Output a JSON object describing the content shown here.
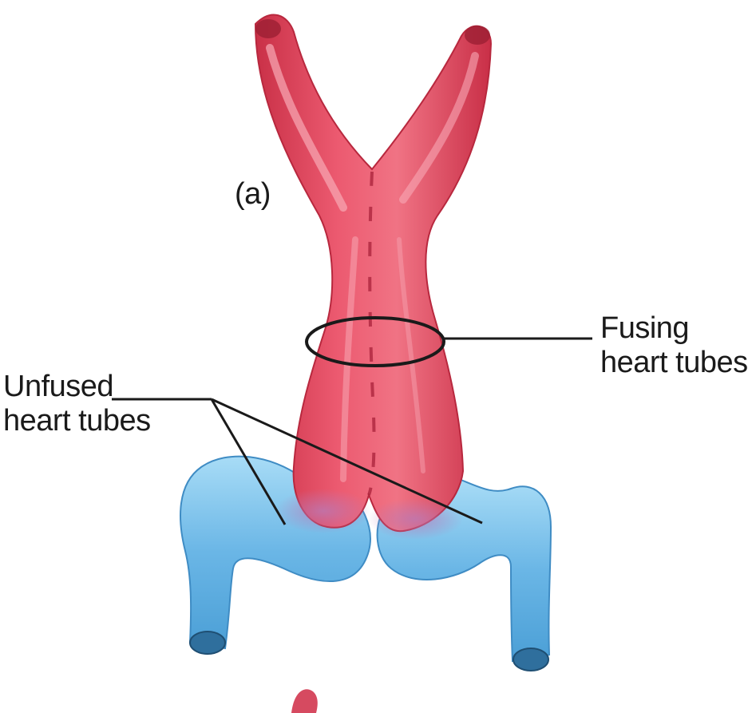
{
  "labels": {
    "panel": "(a)",
    "fusing": [
      "Fusing",
      "heart tubes"
    ],
    "unfused": [
      "Unfused",
      "heart tubes"
    ]
  },
  "colors": {
    "tube_red": "#e0445c",
    "tube_blue": "#74bde8",
    "leader_line": "#111111"
  }
}
